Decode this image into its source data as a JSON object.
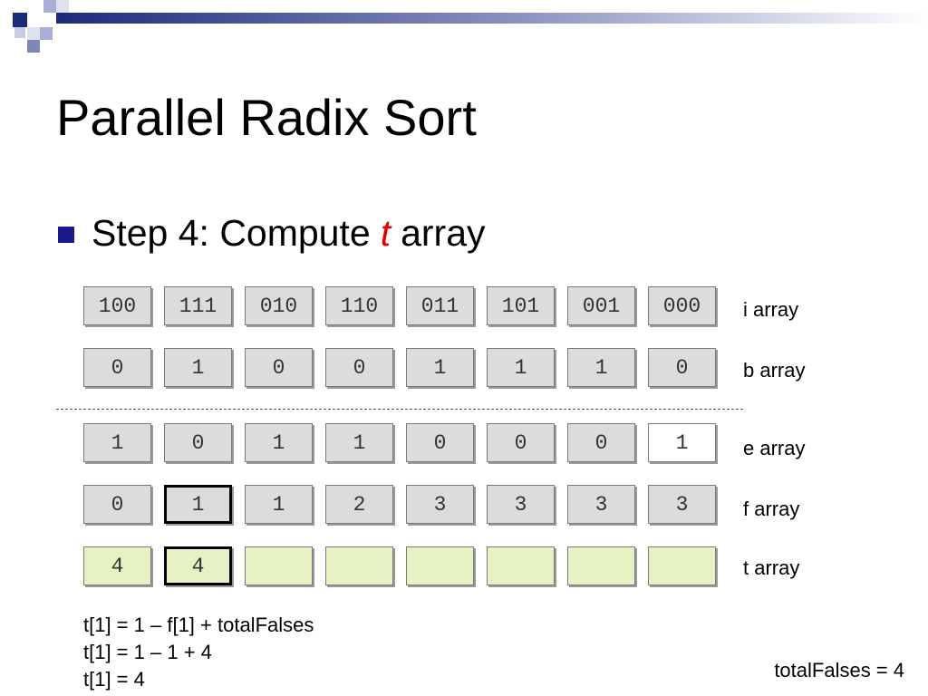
{
  "slide": {
    "title": "Parallel Radix Sort",
    "bullet": {
      "prefix": "Step 4: Compute",
      "variable": "t",
      "suffix": "array"
    }
  },
  "rows": [
    {
      "label": "i array",
      "cells": [
        "100",
        "111",
        "010",
        "110",
        "011",
        "101",
        "001",
        "000"
      ]
    },
    {
      "label": "b array",
      "cells": [
        "0",
        "1",
        "0",
        "0",
        "1",
        "1",
        "1",
        "0"
      ]
    },
    {
      "label": "e array",
      "cells": [
        "1",
        "0",
        "1",
        "1",
        "0",
        "0",
        "0",
        "1"
      ]
    },
    {
      "label": "f array",
      "cells": [
        "0",
        "1",
        "1",
        "2",
        "3",
        "3",
        "3",
        "3"
      ]
    },
    {
      "label": "t array",
      "cells": [
        "4",
        "4",
        "",
        "",
        "",
        "",
        "",
        ""
      ]
    }
  ],
  "highlight": {
    "f_array_index": 1,
    "t_array_index": 1,
    "e_array_white_index": 7
  },
  "formula_lines": [
    "t[1] = 1 – f[1] + totalFalses",
    "t[1] = 1 – 1 + 4",
    "t[1] = 4"
  ],
  "total_falses": "totalFalses = 4",
  "colors": {
    "bullet": "#1a1a8c",
    "variable": "#e00000",
    "cell_gray": "#dcdcdc",
    "cell_green": "#e6f2c3"
  }
}
